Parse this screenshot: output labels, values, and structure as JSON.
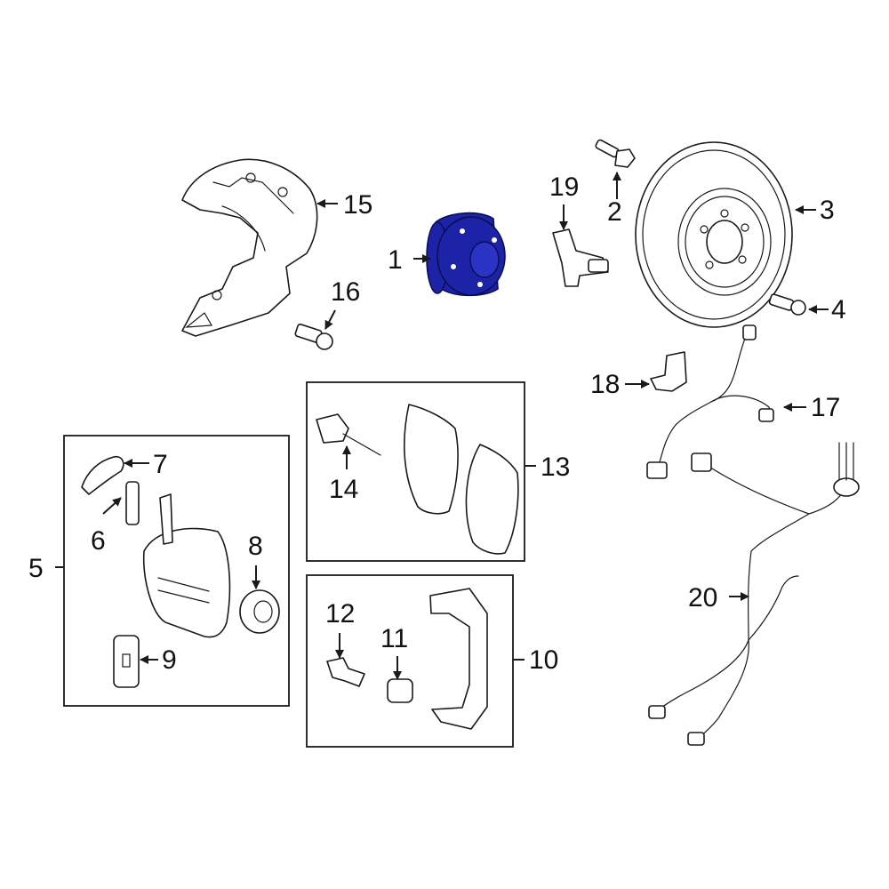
{
  "colors": {
    "highlight": "#1c23a6",
    "line": "#1a1a1a",
    "background": "#ffffff"
  },
  "callouts": {
    "c1": "1",
    "c2": "2",
    "c3": "3",
    "c4": "4",
    "c5": "5",
    "c6": "6",
    "c7": "7",
    "c8": "8",
    "c9": "9",
    "c10": "10",
    "c11": "11",
    "c12": "12",
    "c13": "13",
    "c14": "14",
    "c15": "15",
    "c16": "16",
    "c17": "17",
    "c18": "18",
    "c19": "19",
    "c20": "20"
  },
  "highlighted_part": "1"
}
